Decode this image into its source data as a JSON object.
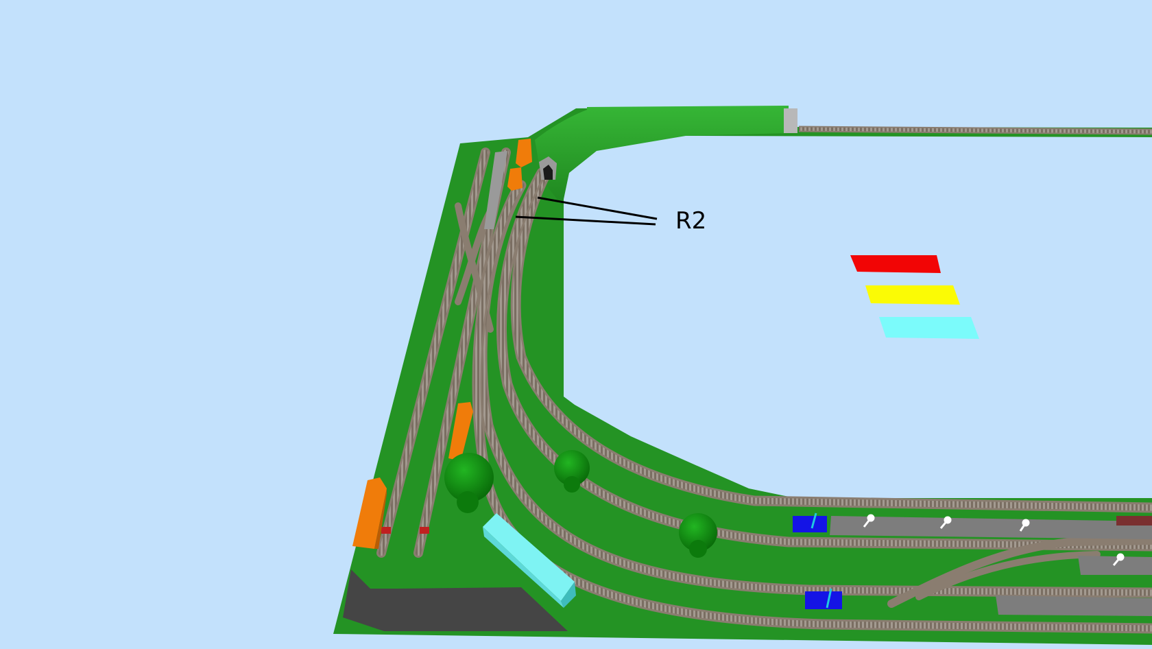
{
  "annotation": {
    "label": "R2"
  },
  "colors": {
    "sky": "#c3e1fc",
    "baseboard": "#249324",
    "hill": "#2fa82f",
    "rail": "#8a7d70",
    "ballast": "#a39a90",
    "orange_wagon": "#f07c0a",
    "blue_loco": "#1414e6",
    "cyan_building": "#7ef3f3",
    "road": "#454545",
    "platform": "#7d7d7d",
    "tree": "#0e8a0e",
    "swatch_red": "#f20505",
    "swatch_yellow": "#fbfb05",
    "swatch_cyan": "#7bfbfb"
  },
  "legend_swatches": [
    {
      "name": "red",
      "color": "#f20505"
    },
    {
      "name": "yellow",
      "color": "#fbfb05"
    },
    {
      "name": "cyan",
      "color": "#7bfbfb"
    }
  ]
}
